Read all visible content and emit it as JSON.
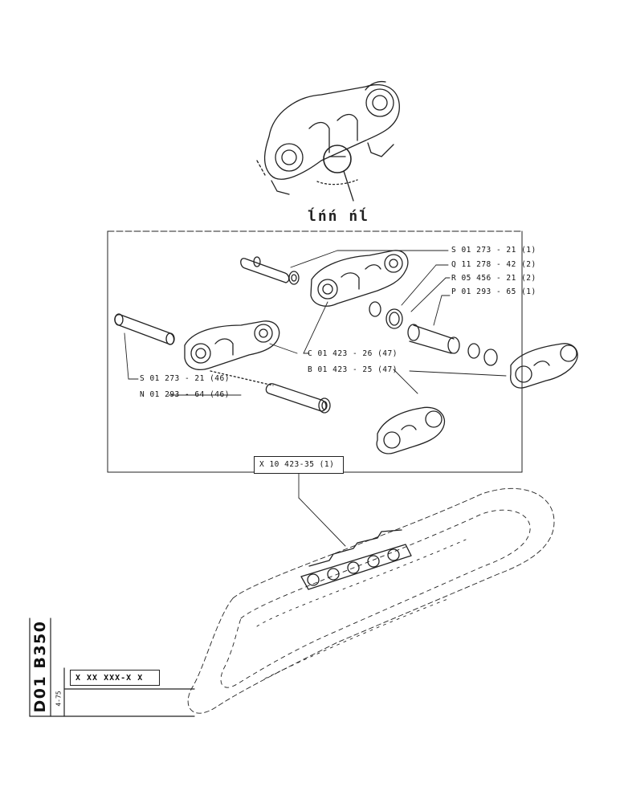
{
  "header_marks": "ĺńń ńĺ",
  "assembly_label": "X 10 423-35 (1)",
  "parts": [
    {
      "id": "s1",
      "label": "S 01  273 - 21 (1)"
    },
    {
      "id": "q1",
      "label": "Q 11  278 - 42 (2)"
    },
    {
      "id": "r1",
      "label": "R 05  456 - 21 (2)"
    },
    {
      "id": "p1",
      "label": "P 01  293 - 65 (1)"
    },
    {
      "id": "c1",
      "label": "C 01  423 - 26 (47)"
    },
    {
      "id": "b1",
      "label": "B 01  423 - 25 (47)"
    },
    {
      "id": "s2",
      "label": "S 01  273 - 21 (46)"
    },
    {
      "id": "n1",
      "label": "N 01  293 - 64 (46)"
    }
  ],
  "doc_code": "D01 B350",
  "doc_date": "4-75",
  "part_number_placeholder": "X XX XXX-X X"
}
